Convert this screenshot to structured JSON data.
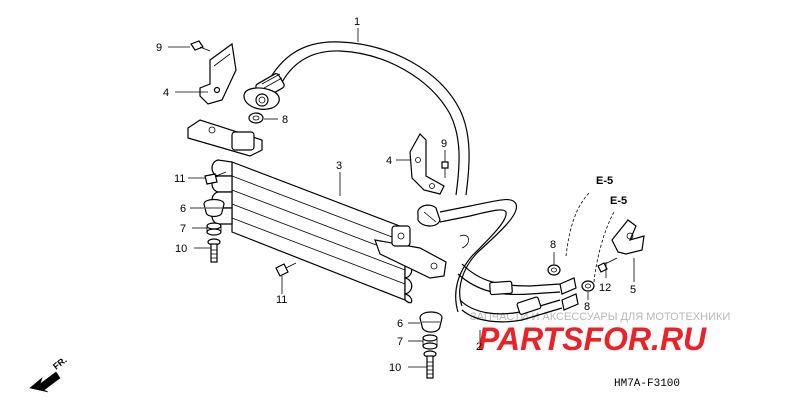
{
  "callouts": [
    {
      "id": "c-1-hose-top",
      "text": "1"
    },
    {
      "id": "c-9-top-left",
      "text": "9"
    },
    {
      "id": "c-4-top-left",
      "text": "4"
    },
    {
      "id": "c-8-top",
      "text": "8"
    },
    {
      "id": "c-3-cooler",
      "text": "3"
    },
    {
      "id": "c-11-left",
      "text": "11"
    },
    {
      "id": "c-6-left",
      "text": "6"
    },
    {
      "id": "c-7-left",
      "text": "7"
    },
    {
      "id": "c-10-left",
      "text": "10"
    },
    {
      "id": "c-11-bottom",
      "text": "11"
    },
    {
      "id": "c-4-right",
      "text": "4"
    },
    {
      "id": "c-9-right",
      "text": "9"
    },
    {
      "id": "c-8-mid",
      "text": "8"
    },
    {
      "id": "c-8-right",
      "text": "8"
    },
    {
      "id": "c-12",
      "text": "12"
    },
    {
      "id": "c-5",
      "text": "5"
    },
    {
      "id": "c-2-hose-bottom",
      "text": "2"
    },
    {
      "id": "c-6-bottom",
      "text": "6"
    },
    {
      "id": "c-7-bottom",
      "text": "7"
    },
    {
      "id": "c-10-bottom",
      "text": "10"
    }
  ],
  "references": {
    "e5_upper": "E-5",
    "e5_lower": "E-5"
  },
  "front_marker": "FR.",
  "diagram_code": "HM7A-F3100",
  "watermark": {
    "subtitle": "ЗАПЧАСТИ И АКСЕССУАРЫ ДЛЯ МОТОТЕХНИКИ",
    "brand": "PARTSFOR.RU"
  }
}
